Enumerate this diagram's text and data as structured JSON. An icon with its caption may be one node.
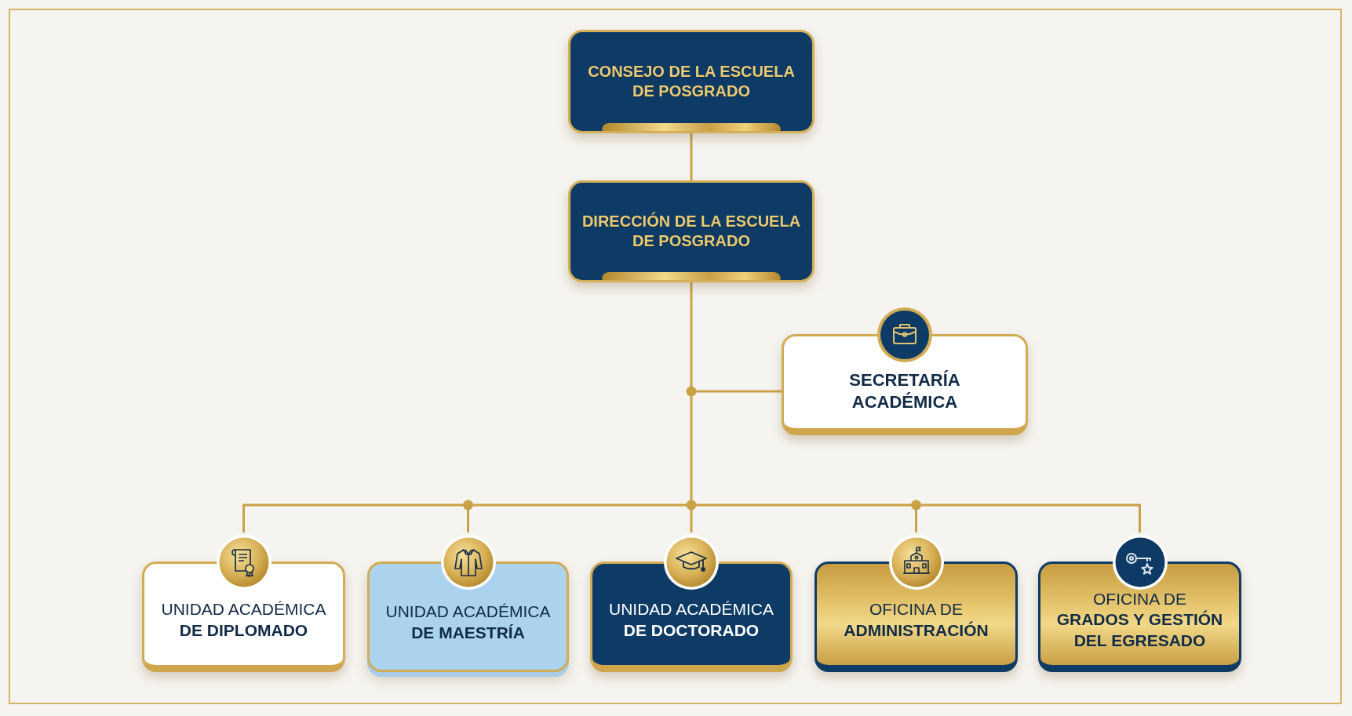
{
  "diagram": {
    "nodes": [
      {
        "text": [
          "CONSEJO DE LA ESCUELA DE POSGRADO"
        ]
      },
      {
        "text": [
          "DIRECCIÓN DE LA ESCUELA DE POSGRADO"
        ]
      },
      {
        "text": [
          "SECRETARÍA ACADÉMICA"
        ]
      },
      {
        "text": [
          "UNIDAD ACADÉMICA **DE DIPLOMADO**"
        ]
      },
      {
        "text": [
          "UNIDAD ACADÉMICA **DE MAESTRÍA**"
        ]
      },
      {
        "text": [
          "UNIDAD ACADÉMICA **DE DOCTORADO**"
        ]
      },
      {
        "text": [
          "OFICINA DE **ADMINISTRACIÓN**"
        ]
      },
      {
        "text": [
          "OFICINA DE **GRADOS Y GESTIÓN DEL EGRESADO**"
        ]
      }
    ],
    "edges": [
      {
        "from": 0,
        "to": 1,
        "arrow": "none"
      },
      {
        "from": 1,
        "to": 2,
        "arrow": "none"
      },
      {
        "from": 1,
        "to": 3,
        "arrow": "none"
      },
      {
        "from": 1,
        "to": 4,
        "arrow": "none"
      },
      {
        "from": 1,
        "to": 5,
        "arrow": "none"
      },
      {
        "from": 1,
        "to": 6,
        "arrow": "none"
      },
      {
        "from": 1,
        "to": 7,
        "arrow": "none"
      }
    ]
  }
}
